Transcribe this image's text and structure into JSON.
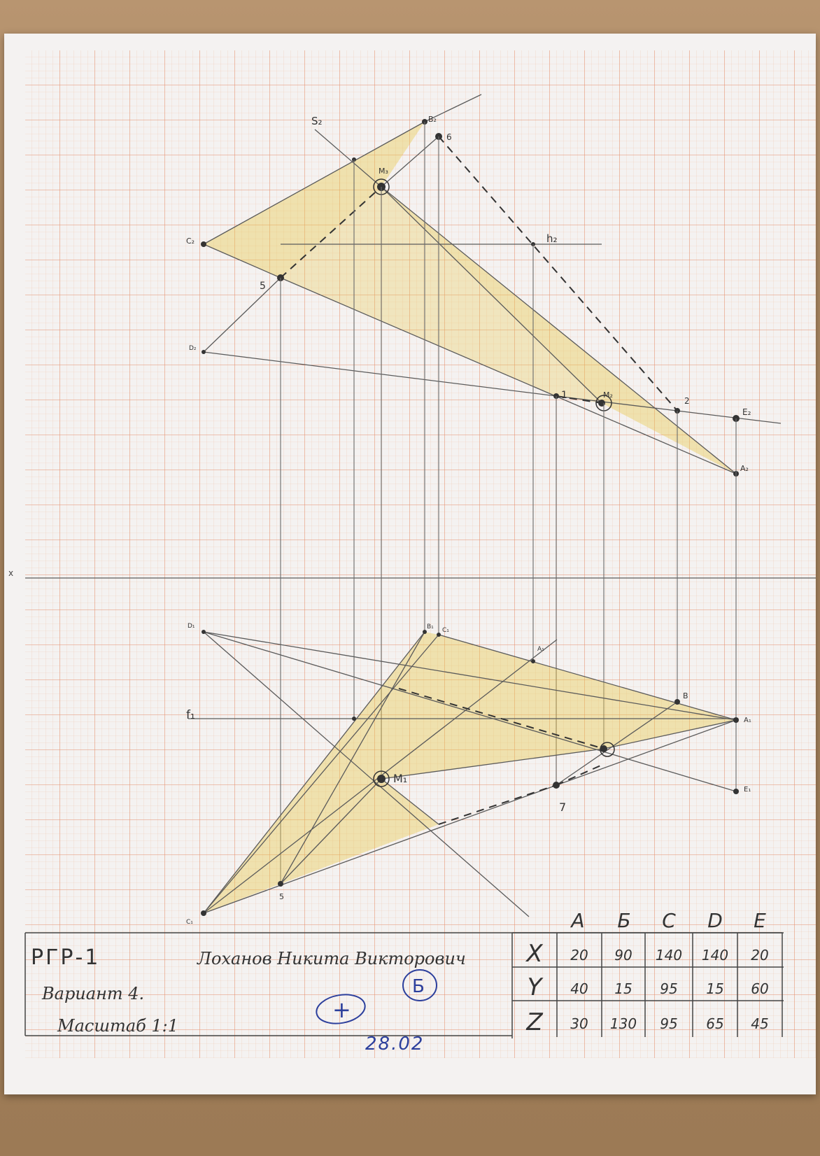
{
  "title_block": {
    "code": "РГР-1",
    "student_name": "Лоханов Никита Викторович",
    "variant": "Вариант 4.",
    "scale": "Масштаб 1:1",
    "grade_mark": "+",
    "grade_letter": "Б",
    "date": "28.02"
  },
  "coordinates_table": {
    "columns": [
      "A",
      "Б",
      "C",
      "D",
      "E"
    ],
    "rows": [
      {
        "axis": "X",
        "values": [
          "20",
          "90",
          "140",
          "140",
          "20"
        ]
      },
      {
        "axis": "Y",
        "values": [
          "40",
          "15",
          "95",
          "15",
          "60"
        ]
      },
      {
        "axis": "Z",
        "values": [
          "30",
          "130",
          "95",
          "65",
          "45"
        ]
      }
    ]
  },
  "axis_label": "x",
  "frontal_projection": {
    "labels": [
      "S₂",
      "B₂",
      "6",
      "M₃",
      "C₂",
      "5",
      "D₂",
      "h₂",
      "1",
      "M₂",
      "2",
      "E₂",
      "A₂"
    ]
  },
  "horizontal_projection": {
    "labels": [
      "D₁",
      "B₁",
      "C₁",
      "A₁",
      "f₁",
      "B",
      "A₁",
      "M₁",
      "7",
      "E₁",
      "C₁",
      "5"
    ]
  },
  "colors": {
    "paper": "#f4f2f1",
    "grid_major": "#e48f6d",
    "grid_minor": "#f0c9b6",
    "pencil": "#5b5b5b",
    "fill": "#e8c74a",
    "ink": "#2c3f9c"
  }
}
